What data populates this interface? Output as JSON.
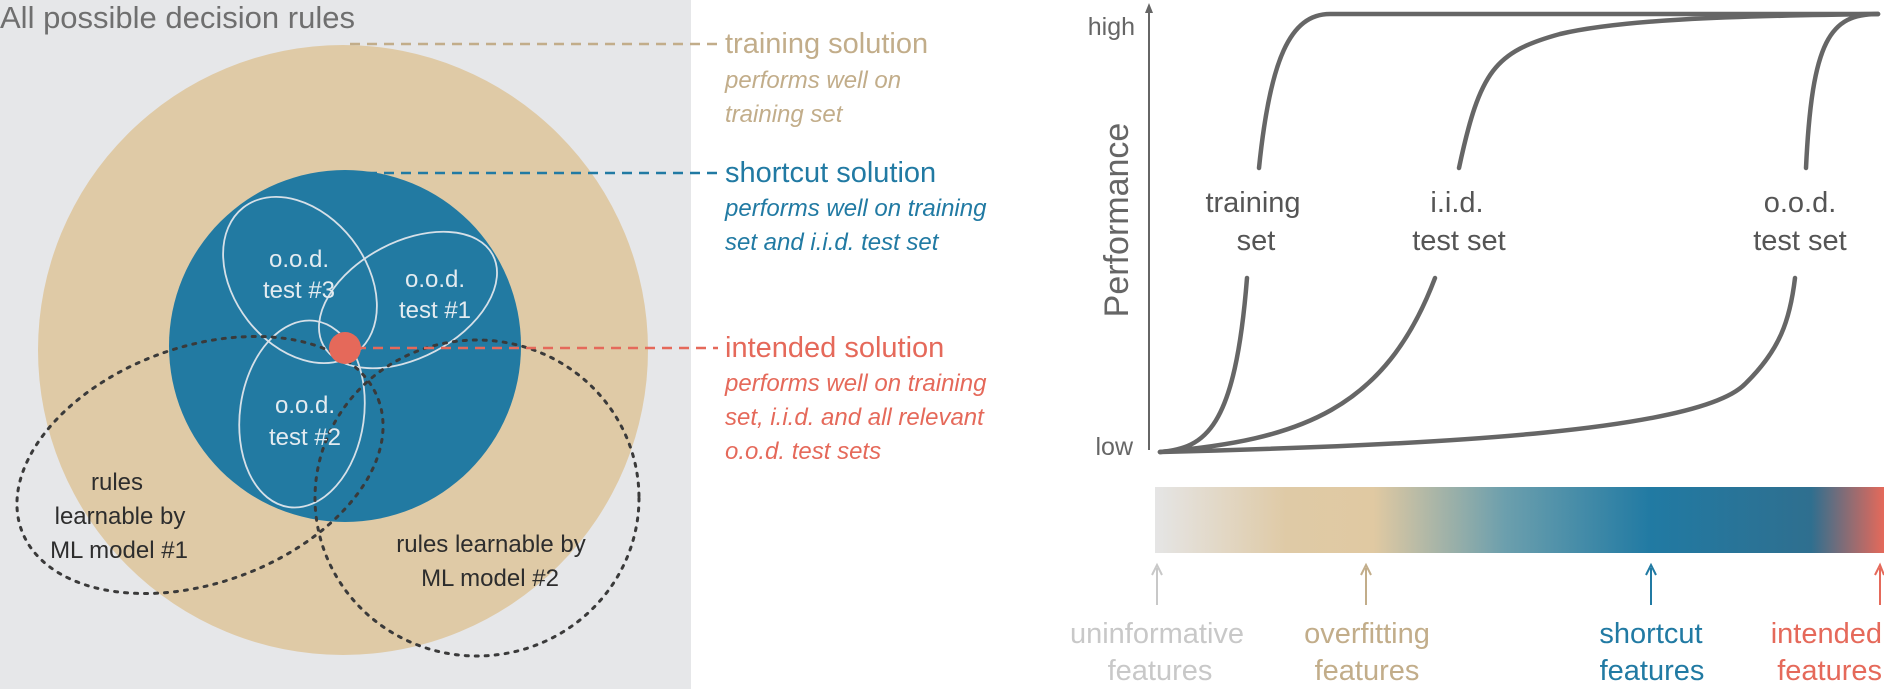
{
  "panel_title": "All possible decision rules",
  "ood_tests": [
    {
      "line1": "o.o.d.",
      "line2": "test #3"
    },
    {
      "line1": "o.o.d.",
      "line2": "test #1"
    },
    {
      "line1": "o.o.d.",
      "line2": "test #2"
    }
  ],
  "models": {
    "model1": [
      "rules",
      "learnable by",
      "ML model #1"
    ],
    "model2": [
      "rules learnable by",
      "ML model #2"
    ]
  },
  "solutions": {
    "training": {
      "title": "training solution",
      "desc": [
        "performs well on",
        "training set"
      ],
      "color": "#c2ad8a"
    },
    "shortcut": {
      "title": "shortcut solution",
      "desc": [
        "performs well on training",
        "set and i.i.d. test set"
      ],
      "color": "#217aa3"
    },
    "intended": {
      "title": "intended solution",
      "desc": [
        "performs well on training",
        "set, i.i.d. and all relevant",
        "o.o.d. test sets"
      ],
      "color": "#e5695a"
    }
  },
  "plot": {
    "y_high": "high",
    "y_low": "low",
    "y_label": "Performance",
    "curves": [
      {
        "line1": "training",
        "line2": "set"
      },
      {
        "line1": "i.i.d.",
        "line2": "test set"
      },
      {
        "line1": "o.o.d.",
        "line2": "test set"
      }
    ]
  },
  "features": [
    {
      "line1": "uninformative",
      "line2": "features",
      "color": "#c8c8c8"
    },
    {
      "line1": "overfitting",
      "line2": "features",
      "color": "#c2ad8a"
    },
    {
      "line1": "shortcut",
      "line2": "features",
      "color": "#217aa3"
    },
    {
      "line1": "intended",
      "line2": "features",
      "color": "#e5695a"
    }
  ],
  "colors": {
    "panel_bg": "#e6e7e9",
    "training_circle": "#dfcaa6",
    "shortcut_circle": "#227aa2",
    "intended_dot": "#e5695a"
  }
}
